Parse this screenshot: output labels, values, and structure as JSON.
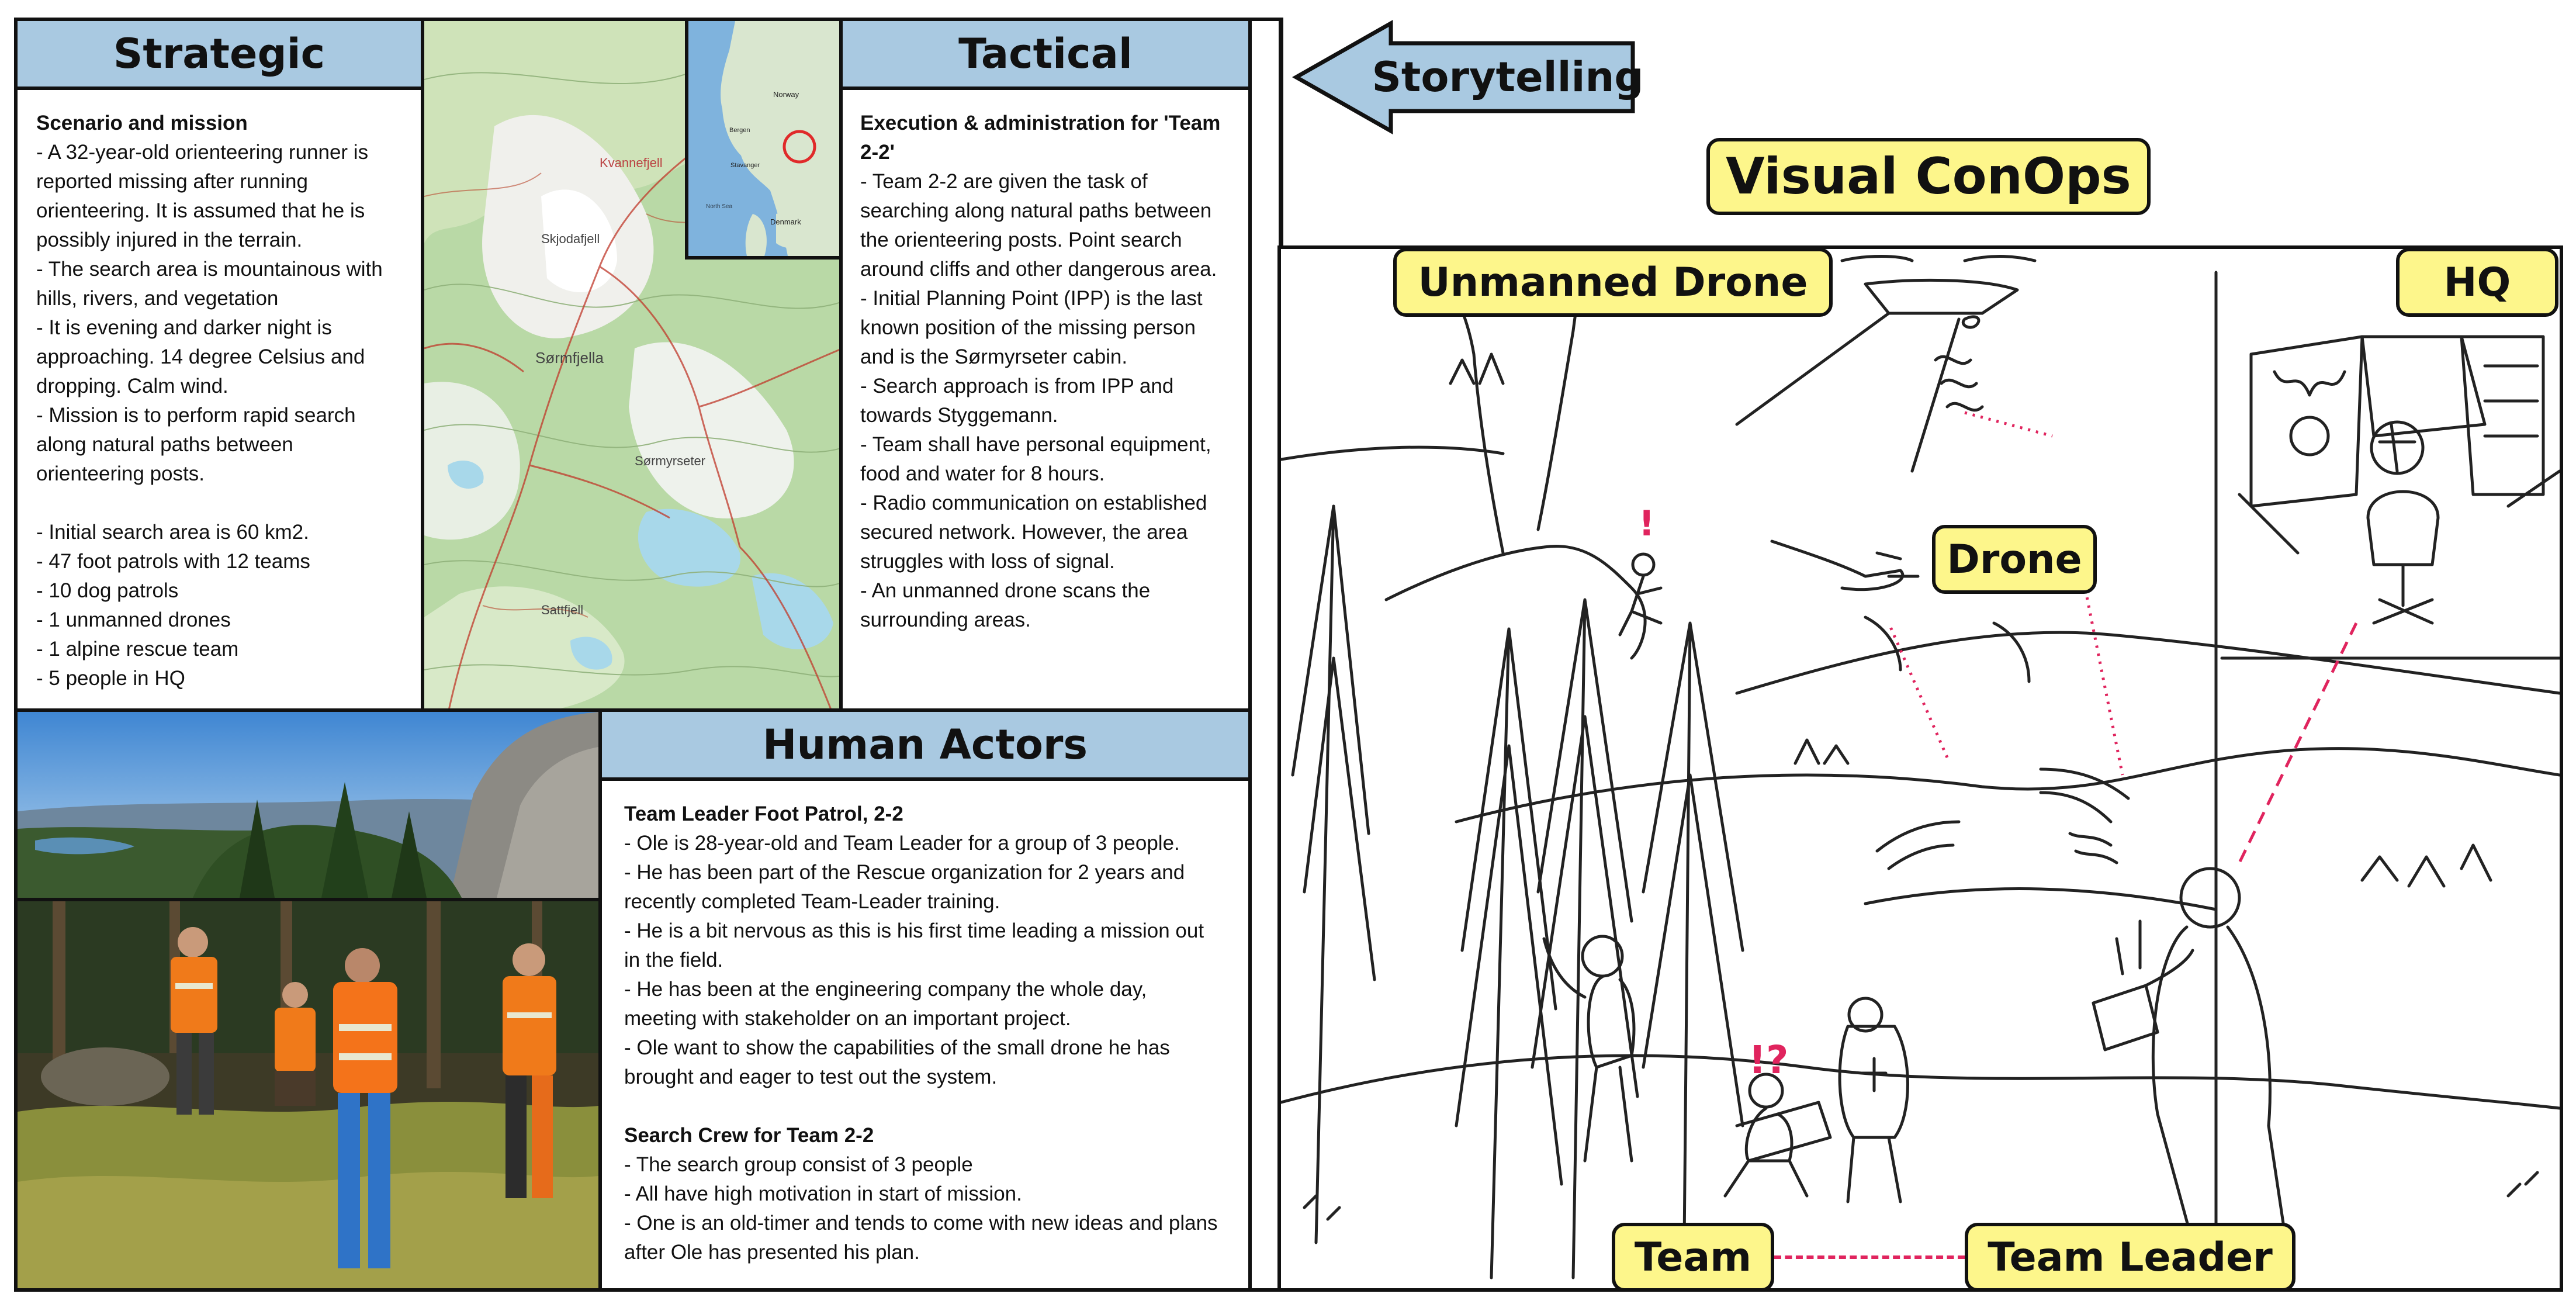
{
  "strategic": {
    "title": "Strategic",
    "subtitle": "Scenario and mission",
    "lines": [
      "- A 32-year-old orienteering runner is reported missing after running orienteering. It is assumed that he is possibly injured in the terrain.",
      "- The search area is mountainous with hills, rivers, and vegetation",
      "- It is evening and darker night is approaching. 14 degree Celsius and dropping. Calm wind.",
      "- Mission is to perform rapid search along natural paths between orienteering posts."
    ],
    "lines2": [
      "- Initial search area is 60 km2.",
      "- 47 foot patrols with 12 teams",
      "- 10 dog patrols",
      "- 1 unmanned drones",
      "- 1 alpine rescue team",
      "- 5 people in HQ"
    ]
  },
  "map": {
    "labels": [
      "Kvannefjell",
      "Skjodafjell",
      "Sørmfjella",
      "Sørmyrseter",
      "Sattfjell"
    ],
    "inset_labels": [
      "Norway",
      "Bergen",
      "Stavanger",
      "Denmark",
      "North Sea"
    ]
  },
  "tactical": {
    "title": "Tactical",
    "subtitle": "Execution & administration for 'Team 2-2'",
    "lines": [
      "- Team 2-2 are given the task of searching along natural paths between the orienteering posts. Point search around cliffs and other dangerous area.",
      "- Initial Planning Point (IPP) is the last known position of the missing person and is the Sørmyrseter cabin.",
      "- Search approach is from IPP and towards Styggemann.",
      "- Team shall have personal equipment, food and water for 8 hours.",
      "- Radio communication on established secured network. However, the area struggles with loss of signal.",
      "- An unmanned drone scans the surrounding areas."
    ]
  },
  "human_actors": {
    "title": "Human Actors",
    "subtitle1": "Team Leader Foot Patrol, 2-2",
    "lines1": [
      "- Ole is 28-year-old and Team Leader for a group of 3 people.",
      "- He has been part of the Rescue organization for 2 years and recently completed Team-Leader training.",
      "- He is a bit nervous as this is his first time leading a mission out in the field.",
      "- He has been at the engineering company the whole day, meeting with stakeholder on an important project.",
      "- Ole want to show the capabilities of the small drone he has brought and eager to test out the system."
    ],
    "subtitle2": "Search Crew for Team 2-2",
    "lines2": [
      "- The search group consist of 3 people",
      "- All have high motivation in start of mission.",
      "- One is an old-timer and tends to come with new ideas and plans after Ole has presented his plan."
    ]
  },
  "storytelling": {
    "label": "Storytelling"
  },
  "conops": {
    "title": "Visual ConOps",
    "tags": {
      "unmanned_drone": "Unmanned Drone",
      "hq": "HQ",
      "drone": "Drone",
      "team": "Team",
      "team_leader": "Team Leader"
    },
    "marks": {
      "alert": "!",
      "question": "!?"
    }
  },
  "colors": {
    "header_blue": "#a9c9e1",
    "tag_yellow": "#fdf68b",
    "link_pink": "#e0245e",
    "arrow_blue": "#a9c9e1"
  }
}
